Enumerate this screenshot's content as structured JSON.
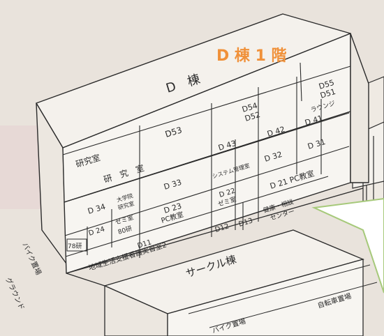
{
  "title": "D 棟 1 階",
  "building_name": "D　棟",
  "colors": {
    "title": "#f0913a",
    "callout_border": "#a6c97a",
    "page_bg": "#e9e3dc",
    "wall_top": "#f4f1ec",
    "wall_front": "#f7f5f1",
    "side_wall": "#ece7e0",
    "line": "#2b2b2b"
  },
  "rooms": {
    "kenkyushitsu_upper": "研究室",
    "kenkyushitsu_lower": "研　究　室",
    "d53": "D53",
    "d54_d52": [
      "D54",
      "D52"
    ],
    "d55_d51": [
      "D55",
      "D51"
    ],
    "lounge": "ラウンジ",
    "d43": "D 43",
    "d42": "D 42",
    "d41": "D 41",
    "system_admin": "システム管理室",
    "d32": "D 32",
    "d31": "D 31",
    "d33": "D 33",
    "d21": "D 21  PC教室",
    "d34": "D 34",
    "grad_room": [
      "大学院",
      "研究室"
    ],
    "d23": [
      "D 23",
      "PC教室"
    ],
    "d22": [
      "D 22",
      "ゼミ室"
    ],
    "d24": "D 24",
    "seminar": "ゼミ室",
    "lab80": "80研",
    "d12": "D12",
    "d13": "D13",
    "health": [
      "健康・相談",
      "センター"
    ],
    "lab78": "78研",
    "d11": [
      "D11",
      "地域生活支援看護実習室2"
    ]
  },
  "surroundings": {
    "circle_building": "サークル棟",
    "bike_parking_left": "バイク置場",
    "bike_parking_bottom": "バイク置場",
    "bicycle_parking": "自転車置場",
    "ground": "グラウンド"
  }
}
